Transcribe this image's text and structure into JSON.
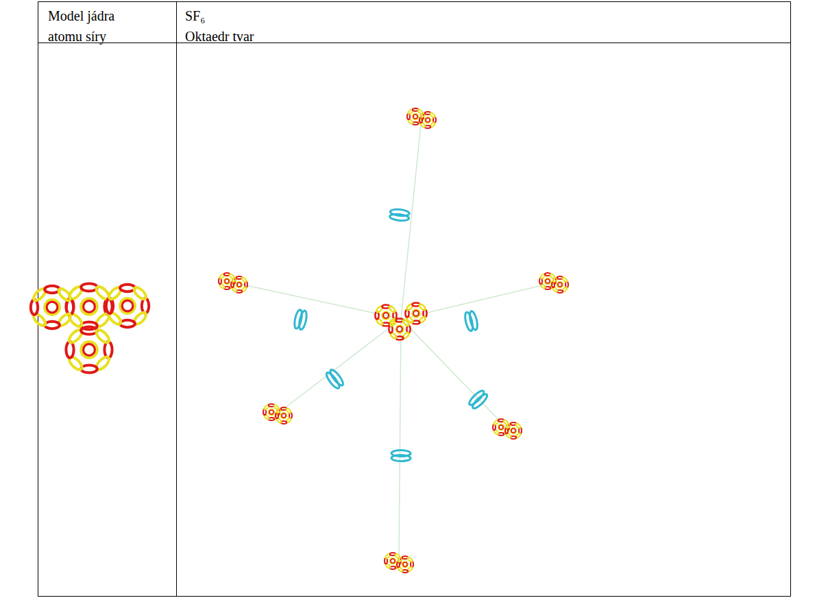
{
  "diagram": {
    "labels": [
      "Model jádra atomu síry",
      "SF₆",
      "Oktaedr tvar"
    ]
  }
}
